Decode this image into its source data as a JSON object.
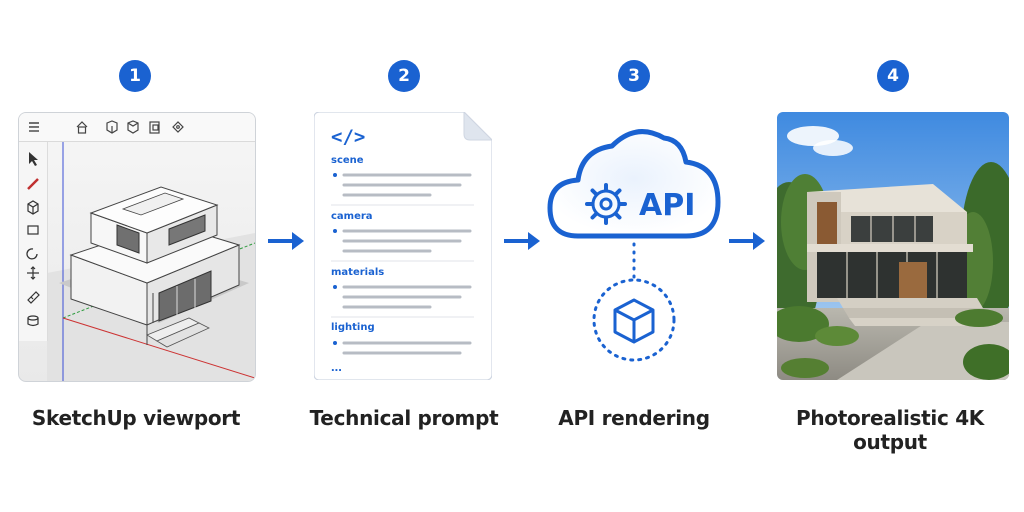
{
  "steps": [
    {
      "number": "1",
      "caption": "SketchUp viewport"
    },
    {
      "number": "2",
      "caption": "Technical prompt"
    },
    {
      "number": "3",
      "caption": "API rendering"
    },
    {
      "number": "4",
      "caption": "Photorealistic 4K output"
    }
  ],
  "prompt_doc": {
    "code_symbol": "</>",
    "sections": [
      "scene",
      "camera",
      "materials",
      "lighting"
    ],
    "more": "..."
  },
  "api": {
    "label": "API"
  },
  "colors": {
    "accent": "#1a62d1",
    "caption": "#222222"
  },
  "icons": {
    "toolbar": [
      "hamburger-icon",
      "home-icon",
      "cube-icon",
      "box-icon",
      "layers-icon",
      "tag-icon"
    ],
    "tools": [
      "select-icon",
      "pencil-icon",
      "push-pull-icon",
      "rectangle-icon",
      "rotate-icon",
      "move-icon",
      "tape-measure-icon",
      "paint-bucket-icon"
    ],
    "misc": [
      "arrow-right-icon",
      "gear-icon",
      "cloud-icon",
      "cube-3d-icon"
    ]
  }
}
